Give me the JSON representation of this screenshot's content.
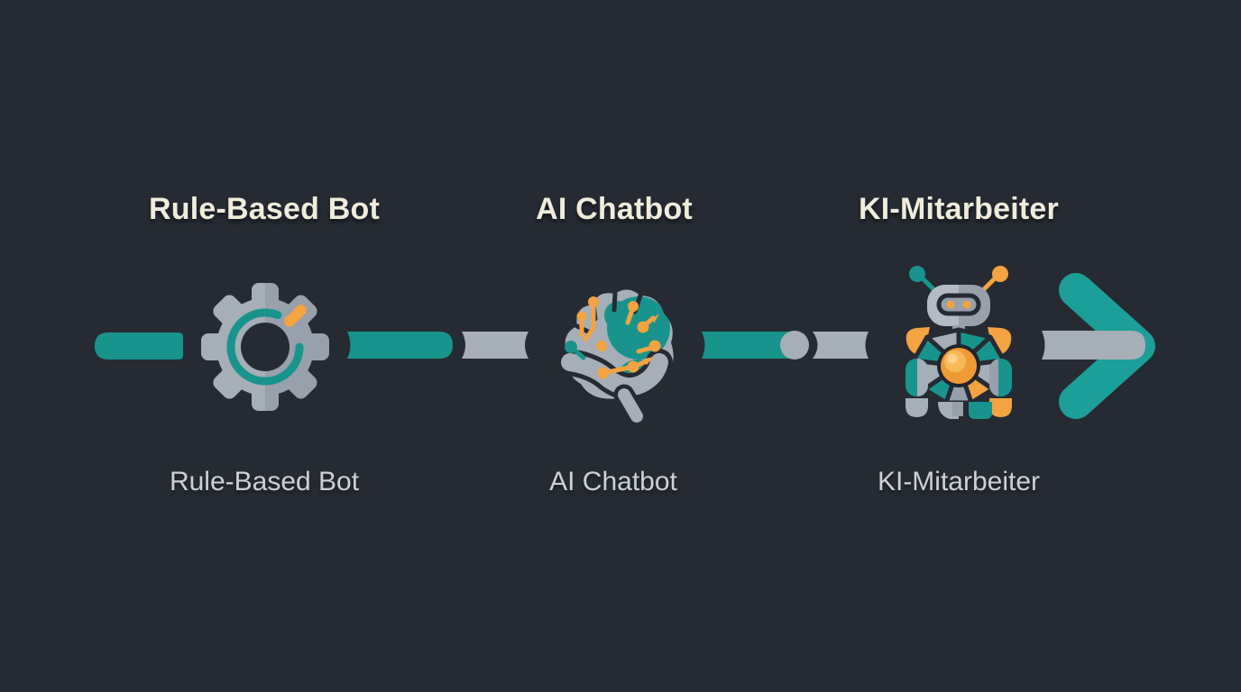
{
  "diagram": {
    "type": "process-flow",
    "direction": "left-to-right",
    "arrow_icon": "chevron-right-icon"
  },
  "stages": [
    {
      "id": "rule-based-bot",
      "title": "Rule-Based Bot",
      "caption": "Rule-Based Bot",
      "icon": "gear-icon"
    },
    {
      "id": "ai-chatbot",
      "title": "AI Chatbot",
      "caption": "AI Chatbot",
      "icon": "brain-circuit-icon"
    },
    {
      "id": "ki-mitarbeiter",
      "title": "KI-Mitarbeiter",
      "caption": "KI-Mitarbeiter",
      "icon": "robot-icon"
    }
  ],
  "palette": {
    "background": "#262b33",
    "teal": "#18948d",
    "teal_bright": "#1b9f98",
    "gray": "#a6aeb8",
    "gray_shade": "#97a0ab",
    "gray_light": "#b4bbc5",
    "orange": "#f3a341",
    "orange_deep": "#ef9b35",
    "title_text": "#efecdd",
    "caption_text": "#ccd1d7"
  }
}
